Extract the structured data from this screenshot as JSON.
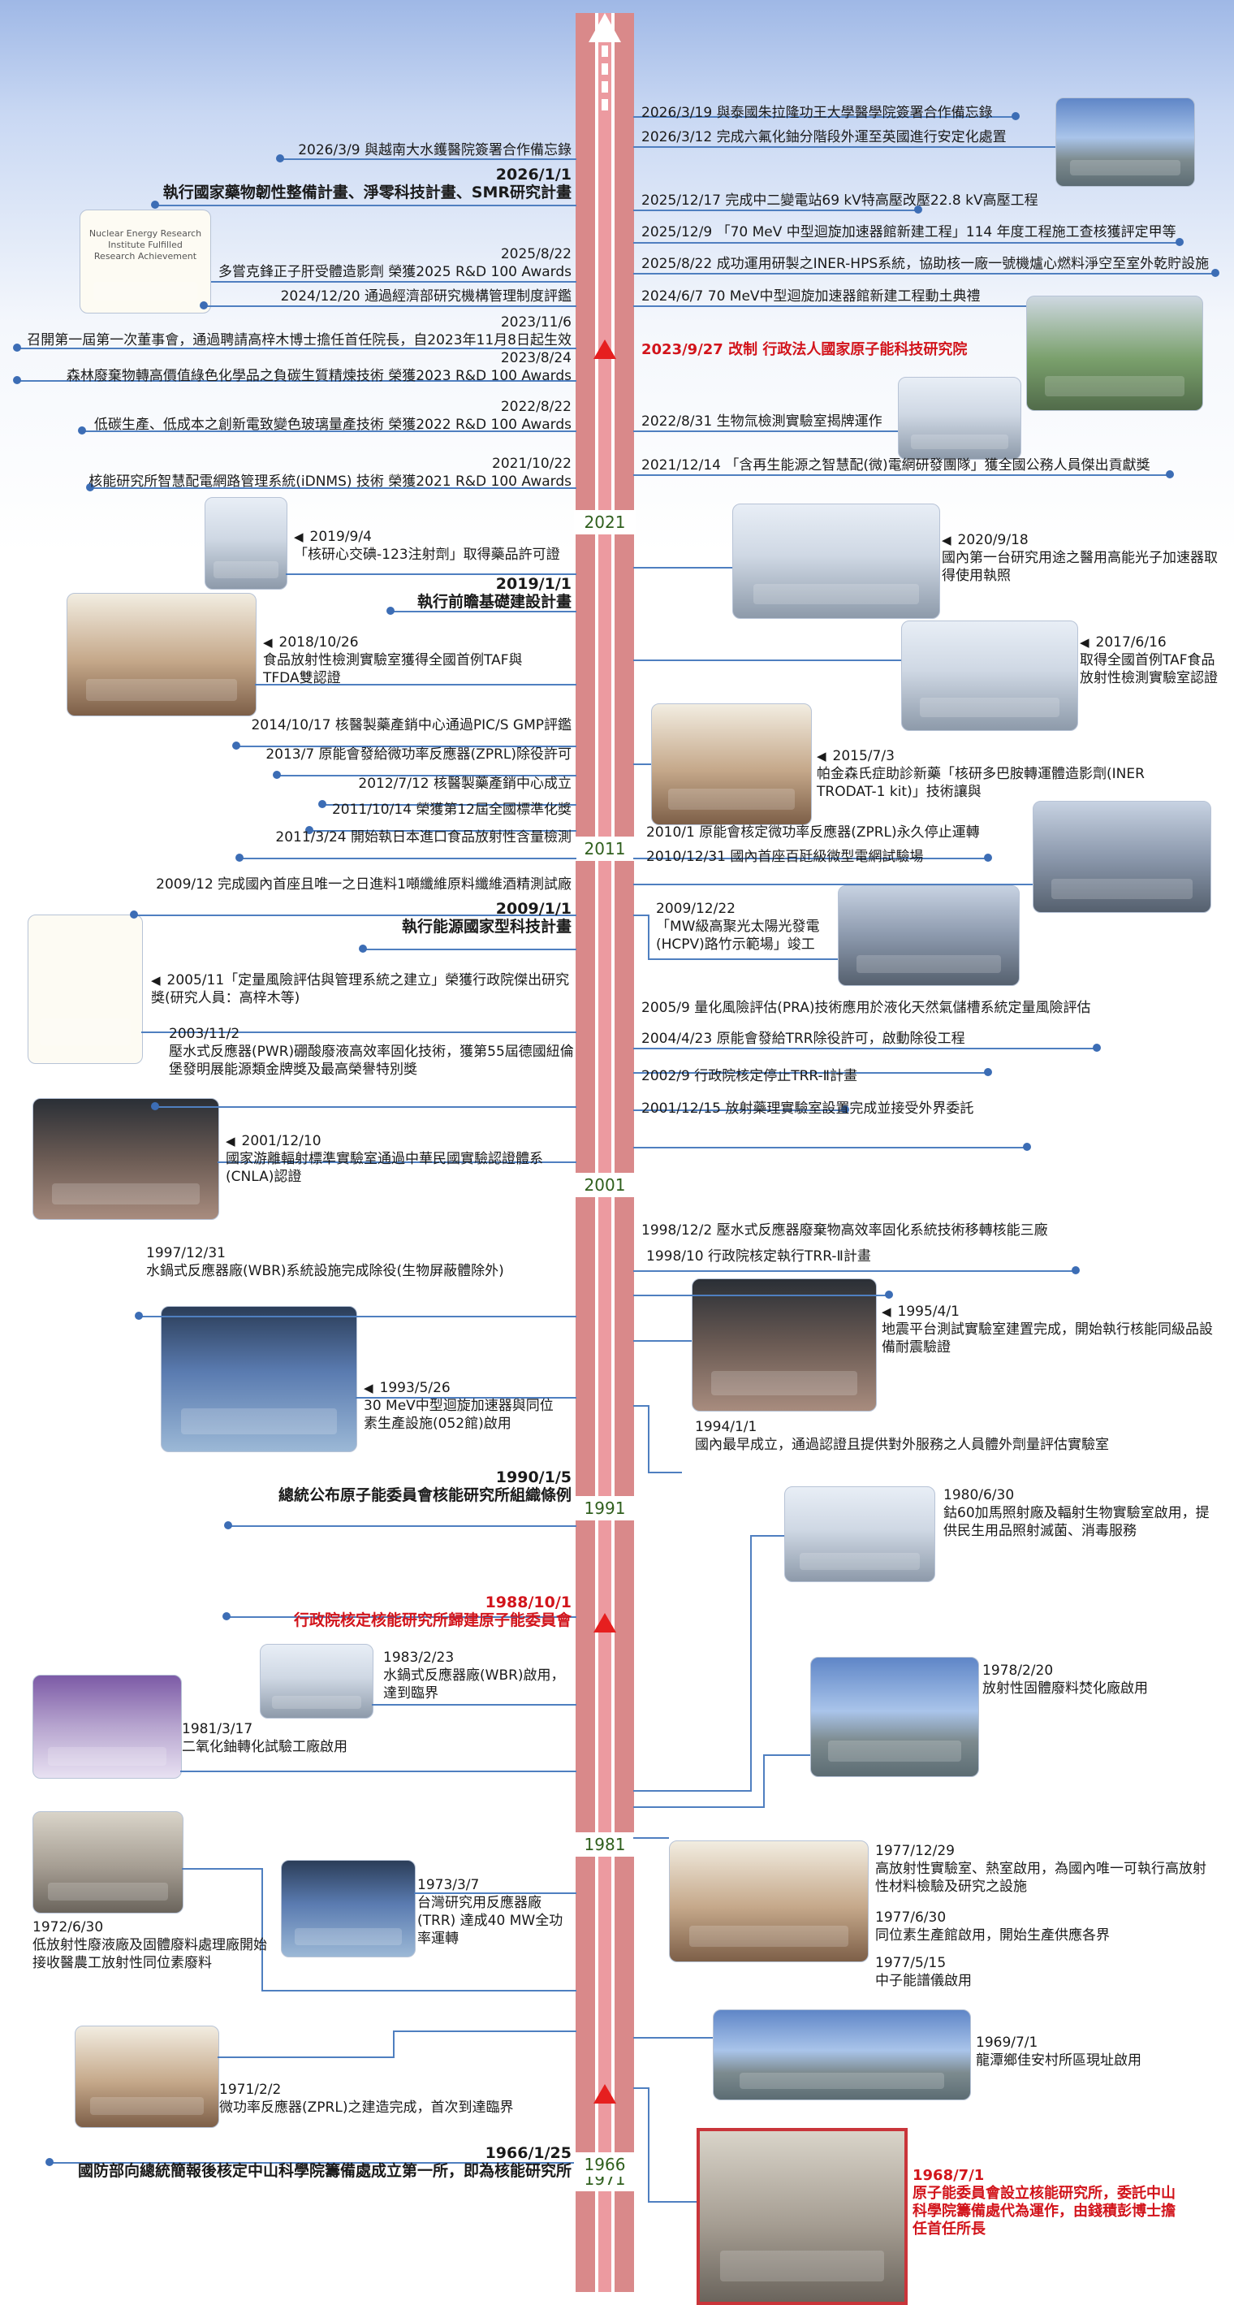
{
  "years": [
    "2021",
    "2011",
    "2001",
    "1991",
    "1981",
    "1971",
    "1966"
  ],
  "events": [
    {
      "date": "2026/3/19",
      "text": "與泰國朱拉隆功王大學醫學院簽署合作備忘錄"
    },
    {
      "date": "2026/3/12",
      "text": "完成六氟化鈾分階段外運至英國進行安定化處置"
    },
    {
      "date": "2026/3/9",
      "text": "與越南大水鑊醫院簽署合作備忘錄"
    },
    {
      "date": "2026/1/1",
      "text": "執行國家藥物韌性整備計畫、淨零科技計畫、SMR研究計畫"
    },
    {
      "date": "2025/12/17",
      "text": "完成中二變電站69 kV特高壓改壓22.8 kV高壓工程"
    },
    {
      "date": "2025/12/9",
      "text": "「70 MeV 中型迴旋加速器館新建工程」114 年度工程施工查核獲評定甲等"
    },
    {
      "date": "2025/8/22",
      "text": "多嘗克鋒正子肝受體造影劑 榮獲2025 R&D 100 Awards"
    },
    {
      "date": "2025/8/22",
      "text": "成功運用研製之INER-HPS系統，協助核一廠一號機爐心燃料淨空至室外乾貯設施"
    },
    {
      "date": "2024/12/20",
      "text": "通過經濟部研究機構管理制度評鑑"
    },
    {
      "date": "2024/6/7",
      "text": "70 MeV中型迴旋加速器館新建工程動土典禮"
    },
    {
      "date": "2023/11/6",
      "text": "召開第一屆第一次董事會，通過聘請高梓木博士擔任首任院長，自2023年11月8日起生效"
    },
    {
      "date": "2023/9/27",
      "text": "改制 行政法人國家原子能科技研究院"
    },
    {
      "date": "2023/8/24",
      "text": "森林廢棄物轉高價值綠色化學品之負碳生質精煉技術 榮獲2023 R&D 100 Awards"
    },
    {
      "date": "2022/8/22",
      "text": "低碳生產、低成本之創新電致變色玻璃量產技術 榮獲2022 R&D 100 Awards"
    },
    {
      "date": "2022/8/31",
      "text": "生物氚檢測實驗室揭牌運作"
    },
    {
      "date": "2021/10/22",
      "text": "核能研究所智慧配電網路管理系統(iDNMS) 技術 榮獲2021 R&D 100 Awards"
    },
    {
      "date": "2021/12/14",
      "text": "「含再生能源之智慧配(微)電網研發團隊」獲全國公務人員傑出貢獻獎"
    },
    {
      "date": "2019/9/4",
      "text": "「核研心交碘-123注射劑」取得藥品許可證"
    },
    {
      "date": "2020/9/18",
      "text": "國內第一台研究用途之醫用高能光子加速器取得使用執照"
    },
    {
      "date": "2019/1/1",
      "text": "執行前瞻基礎建設計畫"
    },
    {
      "date": "2018/10/26",
      "text": "食品放射性檢測實驗室獲得全國首例TAF與TFDA雙認證"
    },
    {
      "date": "2017/6/16",
      "text": "取得全國首例TAF食品放射性檢測實驗室認證"
    },
    {
      "date": "2014/10/17",
      "text": "核醫製藥產銷中心通過PIC/S GMP評鑑"
    },
    {
      "date": "2015/7/3",
      "text": "帕金森氏症助診新藥「核研多巴胺轉運體造影劑(INER TRODAT-1 kit)」技術讓與"
    },
    {
      "date": "2013/7",
      "text": "原能會發給微功率反應器(ZPRL)除役許可"
    },
    {
      "date": "2012/7/12",
      "text": "核醫製藥產銷中心成立"
    },
    {
      "date": "2011/10/14",
      "text": "榮獲第12屆全國標準化獎"
    },
    {
      "date": "2011/3/24",
      "text": "開始執日本進口食品放射性含量檢測"
    },
    {
      "date": "2010/1",
      "text": "原能會核定微功率反應器(ZPRL)永久停止運轉"
    },
    {
      "date": "2010/12/31",
      "text": "國內首座百瓩級微型電網試驗場"
    },
    {
      "date": "2009/12",
      "text": "完成國內首座且唯一之日進料1噸纖維原料纖維酒精測試廠"
    },
    {
      "date": "2009/1/1",
      "text": "執行能源國家型科技計畫"
    },
    {
      "date": "2009/12/22",
      "text": "「MW級高聚光太陽光發電(HCPV)路竹示範場」竣工"
    },
    {
      "date": "2005/11",
      "text": "「定量風險評估與管理系統之建立」榮獲行政院傑出研究獎(研究人員：高梓木等)"
    },
    {
      "date": "2005/9",
      "text": "量化風險評估(PRA)技術應用於液化天然氣儲槽系統定量風險評估"
    },
    {
      "date": "2003/11/2",
      "text": "壓水式反應器(PWR)硼酸廢液高效率固化技術，獲第55屆德國紐倫堡發明展能源類金牌獎及最高榮譽特別獎"
    },
    {
      "date": "2004/4/23",
      "text": "原能會發給TRR除役許可，啟動除役工程"
    },
    {
      "date": "2002/9",
      "text": "行政院核定停止TRR-Ⅱ計畫"
    },
    {
      "date": "2001/12/15",
      "text": "放射藥理實驗室設置完成並接受外界委託"
    },
    {
      "date": "2001/12/10",
      "text": "國家游離輻射標準實驗室通過中華民國實驗認證體系(CNLA)認證"
    },
    {
      "date": "1998/12/2",
      "text": "壓水式反應器廢棄物高效率固化系統技術移轉核能三廠"
    },
    {
      "date": "1998/10",
      "text": "行政院核定執行TRR-Ⅱ計畫"
    },
    {
      "date": "1997/12/31",
      "text": "水鍋式反應器廠(WBR)系統設施完成除役(生物屏蔽體除外)"
    },
    {
      "date": "1995/4/1",
      "text": "地震平台測試實驗室建置完成，開始執行核能同級品設備耐震驗證"
    },
    {
      "date": "1993/5/26",
      "text": "30 MeV中型迴旋加速器與同位素生產設施(052館)啟用"
    },
    {
      "date": "1994/1/1",
      "text": "國內最早成立，通過認證且提供對外服務之人員體外劑量評估實驗室"
    },
    {
      "date": "1990/1/5",
      "text": "總統公布原子能委員會核能研究所組織條例"
    },
    {
      "date": "1980/6/30",
      "text": "鈷60加馬照射廠及輻射生物實驗室啟用，提供民生用品照射滅菌、消毒服務"
    },
    {
      "date": "1988/10/1",
      "text": "行政院核定核能研究所歸建原子能委員會"
    },
    {
      "date": "1983/2/23",
      "text": "水鍋式反應器廠(WBR)啟用，達到臨界"
    },
    {
      "date": "1978/2/20",
      "text": "放射性固體廢料焚化廠啟用"
    },
    {
      "date": "1981/3/17",
      "text": "二氧化鈾轉化試驗工廠啟用"
    },
    {
      "date": "1977/12/29",
      "text": "高放射性實驗室、熱室啟用，為國內唯一可執行高放射性材料檢驗及研究之設施"
    },
    {
      "date": "1977/6/30",
      "text": "同位素生產館啟用，開始生產供應各界"
    },
    {
      "date": "1977/5/15",
      "text": "中子能譜儀啟用"
    },
    {
      "date": "1973/3/7",
      "text": "台灣研究用反應器廠(TRR) 達成40 MW全功率運轉"
    },
    {
      "date": "1972/6/30",
      "text": "低放射性廢液廠及固體廢料處理廠開始接收醫農工放射性同位素廢料"
    },
    {
      "date": "1971/2/2",
      "text": "微功率反應器(ZPRL)之建造完成，首次到達臨界"
    },
    {
      "date": "1969/7/1",
      "text": "龍潭鄉佳安村所區現址啟用"
    },
    {
      "date": "1966/1/25",
      "text": "國防部向總統簡報後核定中山科學院籌備處成立第一所，即為核能研究所"
    },
    {
      "date": "1968/7/1",
      "text": "原子能委員會設立核能研究所，委託中山科學院籌備處代為運作，由錢積彭博士擔任首任所長"
    }
  ],
  "photos": {
    "cert_award": "Nuclear Energy Research Institute Fulfilled Research Achievement"
  },
  "colors": {
    "spine": "#d9898a",
    "connector": "#4f7fc0",
    "highlight": "#d2141b",
    "year": "#2f5f1d"
  }
}
